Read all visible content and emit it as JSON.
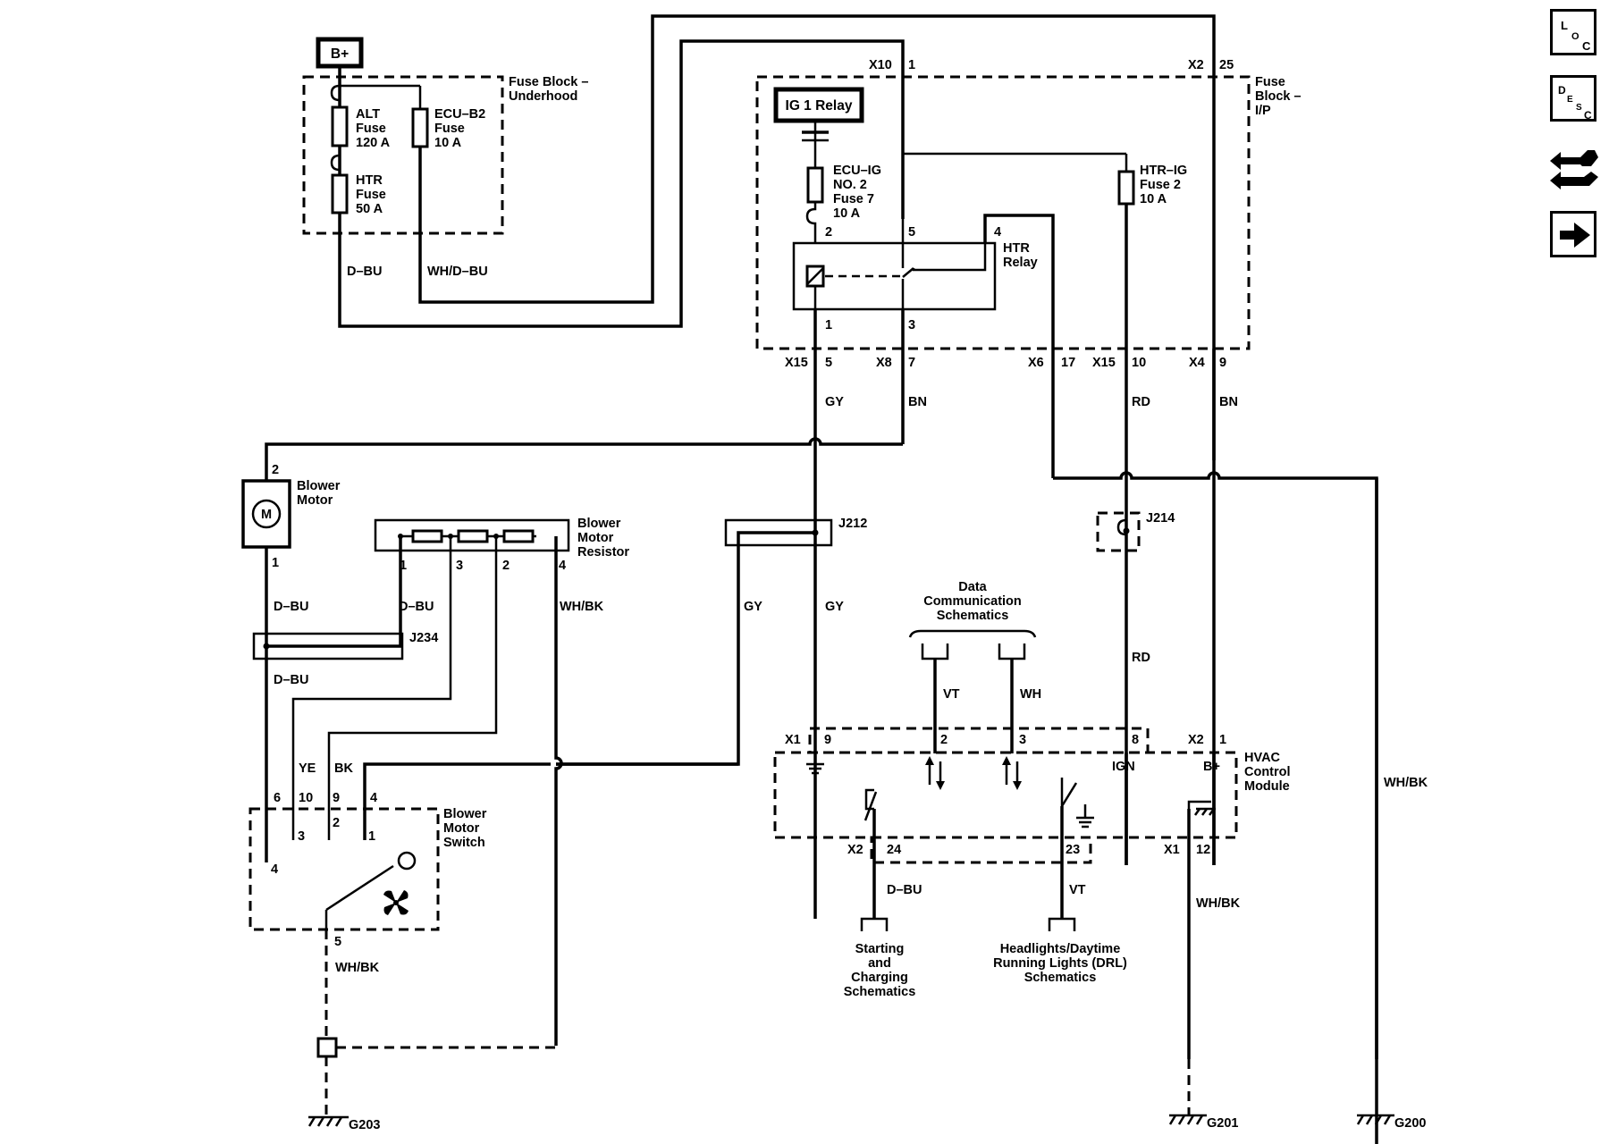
{
  "labels": {
    "b_plus_source": "B+",
    "fuse_block_underhood": [
      "Fuse Block –",
      "Underhood"
    ],
    "alt_fuse": [
      "ALT",
      "Fuse",
      "120 A"
    ],
    "htr_fuse": [
      "HTR",
      "Fuse",
      "50 A"
    ],
    "ecu_b2_fuse": [
      "ECU–B2",
      "Fuse",
      "10 A"
    ],
    "fuse_block_ip": [
      "Fuse",
      "Block –",
      "I/P"
    ],
    "ig1_relay": "IG 1 Relay",
    "ecu_ig_fuse": [
      "ECU–IG",
      "NO. 2",
      "Fuse 7",
      "10 A"
    ],
    "htr_ig_fuse": [
      "HTR–IG",
      "Fuse 2",
      "10 A"
    ],
    "htr_relay": [
      "HTR",
      "Relay"
    ],
    "blower_motor": [
      "Blower",
      "Motor"
    ],
    "blower_motor_resistor": [
      "Blower",
      "Motor",
      "Resistor"
    ],
    "blower_motor_switch": [
      "Blower",
      "Motor",
      "Switch"
    ],
    "hvac_control_module": [
      "HVAC",
      "Control",
      "Module"
    ],
    "data_comm": [
      "Data",
      "Communication",
      "Schematics"
    ],
    "starting_charging": [
      "Starting",
      "and",
      "Charging",
      "Schematics"
    ],
    "headlights_drl": [
      "Headlights/Daytime",
      "Running Lights (DRL)",
      "Schematics"
    ],
    "motor_symbol": "M",
    "ign": "IGN",
    "hvac_bplus": "B+",
    "splice_j212": "J212",
    "splice_j214": "J214",
    "splice_j234": "J234",
    "ground_g203": "G203",
    "ground_g201": "G201",
    "ground_g200": "G200"
  },
  "connectors": {
    "x10": "X10",
    "x10_pin": "1",
    "x2_top": "X2",
    "x2_top_pin": "25",
    "relay_pin2": "2",
    "relay_pin5": "5",
    "relay_pin4": "4",
    "relay_pin1": "1",
    "relay_pin3": "3",
    "x15_a": "X15",
    "x15_a_pin": "5",
    "x8": "X8",
    "x8_pin": "7",
    "x6": "X6",
    "x6_pin": "17",
    "x15_b": "X15",
    "x15_b_pin": "10",
    "x4": "X4",
    "x4_pin": "9",
    "motor_pin_top": "2",
    "motor_pin_bottom": "1",
    "res_pin1": "1",
    "res_pin3": "3",
    "res_pin2": "2",
    "res_pin4": "4",
    "sw_pin6": "6",
    "sw_pin10": "10",
    "sw_pin9": "9",
    "sw_pin4_top": "4",
    "sw_pin3": "3",
    "sw_pin2": "2",
    "sw_pin1": "1",
    "sw_pin4_left": "4",
    "sw_pin5": "5",
    "hvac_x1": "X1",
    "hvac_x1_pin9": "9",
    "hvac_pin2": "2",
    "hvac_pin3": "3",
    "hvac_pin8": "8",
    "hvac_x2": "X2",
    "hvac_x2_pin1": "1",
    "hvac_x2_bottom": "X2",
    "hvac_pin24": "24",
    "hvac_pin23": "23",
    "hvac_x1_bottom": "X1",
    "hvac_pin12": "12"
  },
  "wires": {
    "d_bu_1": "D–BU",
    "wh_d_bu": "WH/D–BU",
    "gy_1": "GY",
    "bn_1": "BN",
    "rd_1": "RD",
    "bn_2": "BN",
    "d_bu_motor": "D–BU",
    "d_bu_res": "D–BU",
    "wh_bk_res": "WH/BK",
    "gy_j212_left": "GY",
    "gy_j212_right": "GY",
    "d_bu_j234": "D–BU",
    "ye": "YE",
    "bk": "BK",
    "vt_data": "VT",
    "wh_data": "WH",
    "rd_2": "RD",
    "wh_bk_g200": "WH/BK",
    "wh_bk_sw": "WH/BK",
    "d_bu_start": "D–BU",
    "vt_head": "VT",
    "wh_bk_g201": "WH/BK"
  },
  "nav": {
    "loc": [
      "L",
      "O",
      "C"
    ],
    "desc": [
      "D",
      "E",
      "S",
      "C"
    ]
  }
}
